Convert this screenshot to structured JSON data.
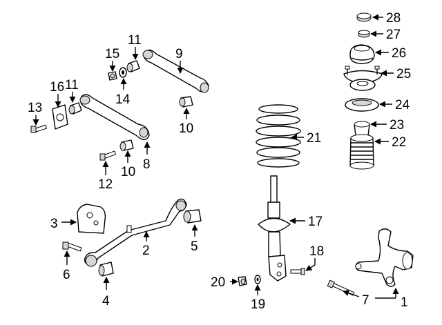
{
  "callouts": [
    {
      "id": "c1",
      "label": "1"
    },
    {
      "id": "c2",
      "label": "2"
    },
    {
      "id": "c3",
      "label": "3"
    },
    {
      "id": "c4",
      "label": "4"
    },
    {
      "id": "c5",
      "label": "5"
    },
    {
      "id": "c6",
      "label": "6"
    },
    {
      "id": "c7",
      "label": "7"
    },
    {
      "id": "c8",
      "label": "8"
    },
    {
      "id": "c9",
      "label": "9"
    },
    {
      "id": "c10a",
      "label": "10"
    },
    {
      "id": "c10b",
      "label": "10"
    },
    {
      "id": "c11a",
      "label": "11"
    },
    {
      "id": "c11b",
      "label": "11"
    },
    {
      "id": "c12",
      "label": "12"
    },
    {
      "id": "c13",
      "label": "13"
    },
    {
      "id": "c14",
      "label": "14"
    },
    {
      "id": "c15",
      "label": "15"
    },
    {
      "id": "c16",
      "label": "16"
    },
    {
      "id": "c17",
      "label": "17"
    },
    {
      "id": "c18",
      "label": "18"
    },
    {
      "id": "c19",
      "label": "19"
    },
    {
      "id": "c20",
      "label": "20"
    },
    {
      "id": "c21",
      "label": "21"
    },
    {
      "id": "c22",
      "label": "22"
    },
    {
      "id": "c23",
      "label": "23"
    },
    {
      "id": "c24",
      "label": "24"
    },
    {
      "id": "c25",
      "label": "25"
    },
    {
      "id": "c26",
      "label": "26"
    },
    {
      "id": "c27",
      "label": "27"
    },
    {
      "id": "c28",
      "label": "28"
    }
  ]
}
